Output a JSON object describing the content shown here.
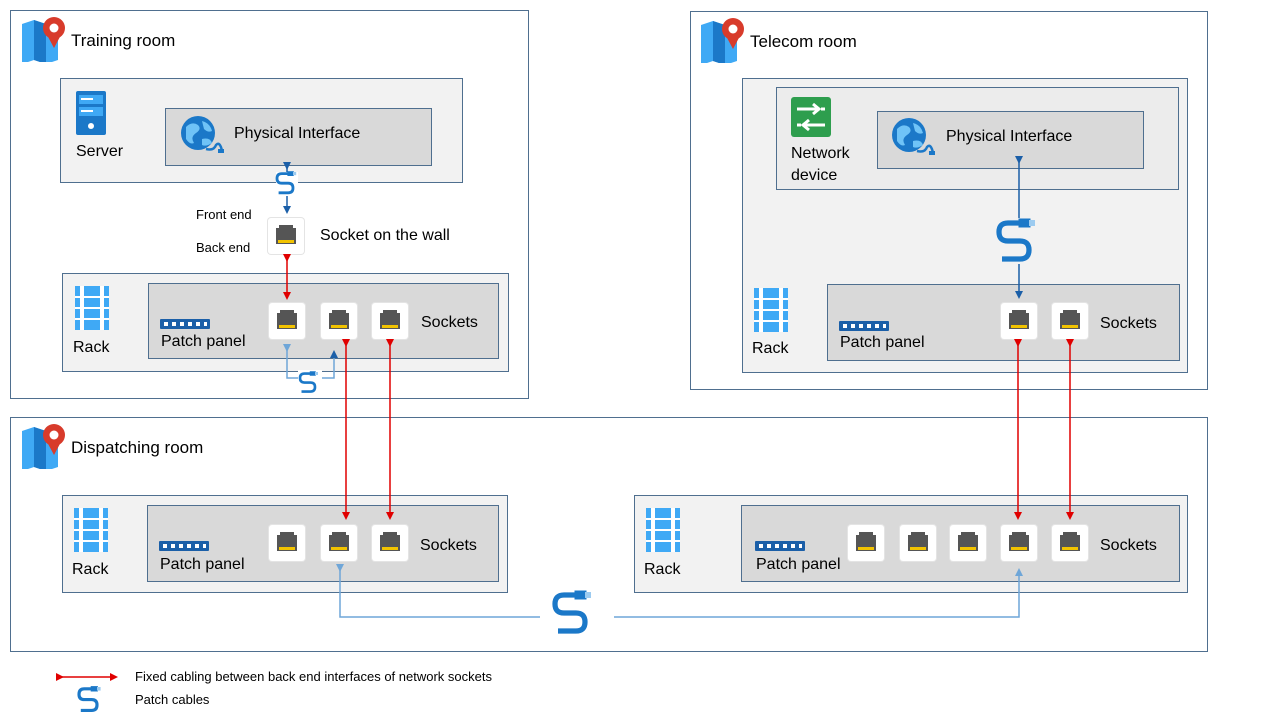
{
  "rooms": {
    "training": {
      "title": "Training room"
    },
    "telecom": {
      "title": "Telecom room"
    },
    "dispatching": {
      "title": "Dispatching room"
    }
  },
  "labels": {
    "server": "Server",
    "physical_interface": "Physical Interface",
    "network_device_line1": "Network",
    "network_device_line2": "device",
    "front_end": "Front end",
    "back_end": "Back end",
    "socket_on_wall": "Socket on the wall",
    "rack": "Rack",
    "patch_panel": "Patch panel",
    "sockets": "Sockets"
  },
  "legend": {
    "fixed_cabling": "Fixed cabling between back end interfaces of network  sockets",
    "patch_cables": "Patch cables"
  },
  "colors": {
    "fixed_cabling": "#e00000",
    "patch_cable": "#1f77c4",
    "patch_cable_light": "#6fa6d8",
    "border": "#4f6f8f"
  }
}
